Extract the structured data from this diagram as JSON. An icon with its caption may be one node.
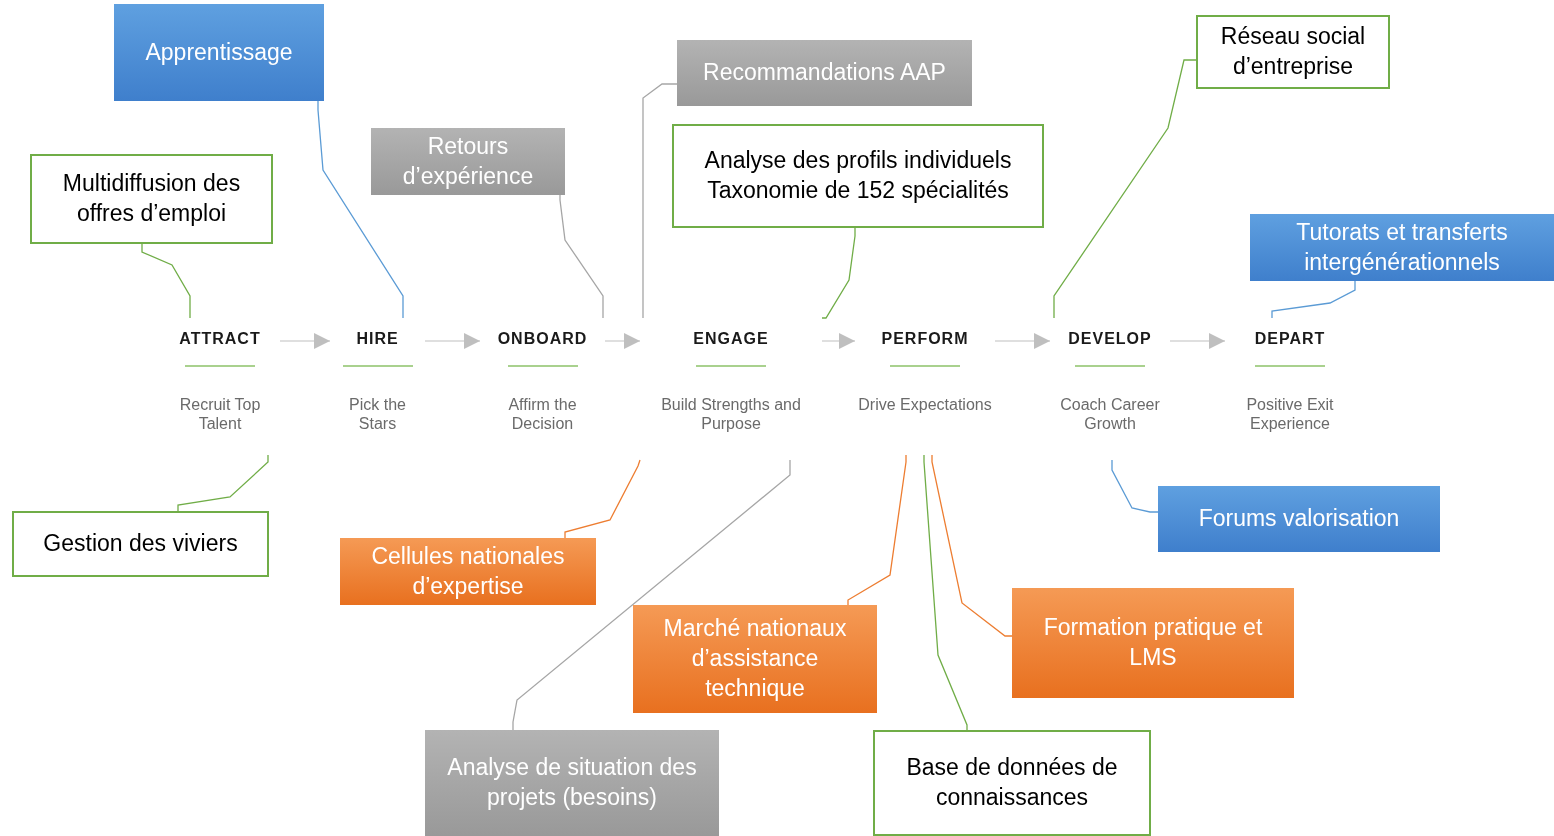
{
  "diagram": {
    "nodes": [
      {
        "text": [
          "Apprentissage"
        ]
      },
      {
        "text": [
          "Recommandations AAP"
        ]
      },
      {
        "text": [
          "Réseau social d’entreprise"
        ]
      },
      {
        "text": [
          "Retours d’expérience"
        ]
      },
      {
        "text": [
          "Analyse des profils individuels Taxonomie de 152 spécialités"
        ]
      },
      {
        "text": [
          "Multidiffusion des offres d’emploi"
        ]
      },
      {
        "text": [
          "Tutorats et transferts intergénérationnels"
        ]
      },
      {
        "text": [
          "ATTRACT",
          "Recruit Top Talent"
        ]
      },
      {
        "text": [
          "HIRE",
          "Pick the Stars"
        ]
      },
      {
        "text": [
          "ONBOARD",
          "Affirm the Decision"
        ]
      },
      {
        "text": [
          "ENGAGE",
          "Build Strengths and Purpose"
        ]
      },
      {
        "text": [
          "PERFORM",
          "Drive Expectations"
        ]
      },
      {
        "text": [
          "DEVELOP",
          "Coach Career Growth"
        ]
      },
      {
        "text": [
          "DEPART",
          "Positive Exit Experience"
        ]
      },
      {
        "text": [
          "Forums valorisation"
        ]
      },
      {
        "text": [
          "Gestion des viviers"
        ]
      },
      {
        "text": [
          "Cellules nationales d’expertise"
        ]
      },
      {
        "text": [
          "Marché nationaux d’assistance technique"
        ]
      },
      {
        "text": [
          "Formation pratique et LMS"
        ]
      },
      {
        "text": [
          "Analyse de situation des projets (besoins)"
        ]
      },
      {
        "text": [
          "Base de données de connaissances"
        ]
      }
    ],
    "edges": [
      {
        "from": 7,
        "to": 8,
        "arrow": "to",
        "color": "#bfbfbf"
      },
      {
        "from": 8,
        "to": 9,
        "arrow": "to",
        "color": "#bfbfbf"
      },
      {
        "from": 9,
        "to": 10,
        "arrow": "to",
        "color": "#bfbfbf"
      },
      {
        "from": 10,
        "to": 11,
        "arrow": "to",
        "color": "#bfbfbf"
      },
      {
        "from": 11,
        "to": 12,
        "arrow": "to",
        "color": "#bfbfbf"
      },
      {
        "from": 12,
        "to": 13,
        "arrow": "to",
        "color": "#bfbfbf"
      },
      {
        "from": 5,
        "to": 7,
        "arrow": "none",
        "color": "#70ad47"
      },
      {
        "from": 0,
        "to": 8,
        "arrow": "none",
        "color": "#5b9bd5"
      },
      {
        "from": 3,
        "to": 9,
        "arrow": "none",
        "color": "#a6a6a6"
      },
      {
        "from": 1,
        "to": 10,
        "arrow": "none",
        "color": "#a6a6a6"
      },
      {
        "from": 4,
        "to": 10,
        "arrow": "none",
        "color": "#70ad47"
      },
      {
        "from": 2,
        "to": 12,
        "arrow": "none",
        "color": "#70ad47"
      },
      {
        "from": 6,
        "to": 13,
        "arrow": "none",
        "color": "#5b9bd5"
      },
      {
        "from": 14,
        "to": 12,
        "arrow": "none",
        "color": "#5b9bd5"
      },
      {
        "from": 15,
        "to": 7,
        "arrow": "none",
        "color": "#70ad47"
      },
      {
        "from": 16,
        "to": 10,
        "arrow": "none",
        "color": "#ed7d31"
      },
      {
        "from": 17,
        "to": 11,
        "arrow": "none",
        "color": "#ed7d31"
      },
      {
        "from": 18,
        "to": 11,
        "arrow": "none",
        "color": "#ed7d31"
      },
      {
        "from": 19,
        "to": 10,
        "arrow": "none",
        "color": "#a6a6a6"
      },
      {
        "from": 20,
        "to": 11,
        "arrow": "none",
        "color": "#70ad47"
      }
    ]
  }
}
